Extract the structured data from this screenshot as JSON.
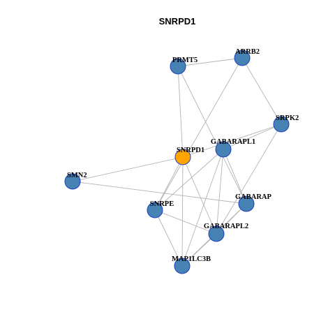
{
  "title": "SNRPD1",
  "colors": {
    "center_node": "#FFA500",
    "node": "#4682B4",
    "node_border": "#1F3FBF",
    "edge": "#B3B3B3"
  },
  "nodes": [
    {
      "id": "SNRPD1",
      "label": "SNRPD1",
      "center": true
    },
    {
      "id": "PRMT5",
      "label": "PRMT5"
    },
    {
      "id": "ARRB2",
      "label": "ARRB2"
    },
    {
      "id": "SRPK2",
      "label": "SRPK2"
    },
    {
      "id": "GABARAPL1",
      "label": "GABARAPL1"
    },
    {
      "id": "SMN2",
      "label": "SMN2"
    },
    {
      "id": "GABARAP",
      "label": "GABARAP"
    },
    {
      "id": "SNRPE",
      "label": "SNRPE"
    },
    {
      "id": "GABARAPL2",
      "label": "GABARAPL2"
    },
    {
      "id": "MAP1LC3B",
      "label": "MAP1LC3B"
    }
  ],
  "edges": [
    [
      "PRMT5",
      "ARRB2"
    ],
    [
      "PRMT5",
      "SNRPD1"
    ],
    [
      "PRMT5",
      "GABARAP"
    ],
    [
      "ARRB2",
      "SRPK2"
    ],
    [
      "ARRB2",
      "SNRPE"
    ],
    [
      "SRPK2",
      "SNRPD1"
    ],
    [
      "SRPK2",
      "GABARAPL1"
    ],
    [
      "SRPK2",
      "GABARAPL2"
    ],
    [
      "SNRPD1",
      "SMN2"
    ],
    [
      "SNRPD1",
      "SNRPE"
    ],
    [
      "SNRPD1",
      "GABARAPL2"
    ],
    [
      "SNRPD1",
      "MAP1LC3B"
    ],
    [
      "GABARAPL1",
      "SNRPE"
    ],
    [
      "GABARAPL1",
      "GABARAP"
    ],
    [
      "GABARAPL1",
      "GABARAPL2"
    ],
    [
      "GABARAPL1",
      "MAP1LC3B"
    ],
    [
      "SMN2",
      "GABARAP"
    ],
    [
      "SNRPE",
      "GABARAPL2"
    ],
    [
      "SNRPE",
      "MAP1LC3B"
    ],
    [
      "GABARAP",
      "GABARAPL2"
    ],
    [
      "GABARAP",
      "MAP1LC3B"
    ],
    [
      "GABARAPL2",
      "MAP1LC3B"
    ]
  ]
}
